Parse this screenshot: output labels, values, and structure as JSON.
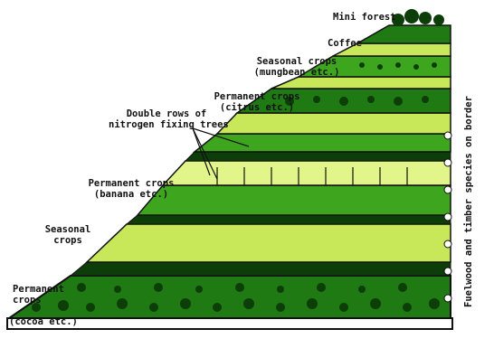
{
  "labels": {
    "mini_forest": "Mini forest",
    "coffee": "Coffee",
    "seasonal_mungbean_1": "Seasonal crops",
    "seasonal_mungbean_2": "(mungbean etc.)",
    "permanent_citrus_1": "Permanent crops",
    "permanent_citrus_2": "(citrus etc.)",
    "nitrogen_rows_1": "Double rows of",
    "nitrogen_rows_2": "nitrogen fixing trees",
    "permanent_banana_1": "Permanent crops",
    "permanent_banana_2": "(banana etc.)",
    "seasonal_1": "Seasonal",
    "seasonal_2": "crops",
    "permanent_cocoa_1": "Permanent",
    "permanent_cocoa_2": "crops",
    "permanent_cocoa_3": "(cocoa etc.)",
    "border": "Fuelwood and timber species on border"
  },
  "colors": {
    "dark_green": "#1f7a14",
    "mid_green": "#3ea61e",
    "light_green": "#c8e85a",
    "pale_green": "#e2f58a",
    "outline": "#111111"
  }
}
